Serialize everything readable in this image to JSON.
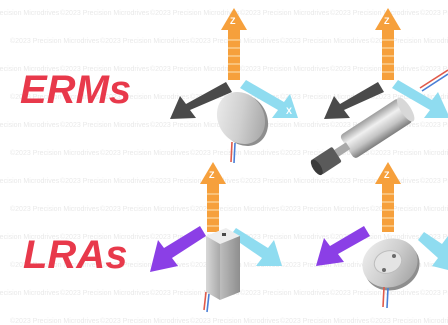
{
  "labels": {
    "erm": "ERMs",
    "lra": "LRAs"
  },
  "axis_letters": {
    "z": "Z",
    "x": "X"
  },
  "watermark": "©2023 Precision Microdrives",
  "colors": {
    "label_red": "#e8394b",
    "z_axis": "#f6a03c",
    "x_axis": "#8fdcf0",
    "erm_y_axis": "#4a4a4a",
    "lra_y_axis": "#8b3fe6",
    "motor_silver": "#c9c9c9",
    "wire_red": "#e05a4a",
    "wire_blue": "#4a7fd6"
  }
}
